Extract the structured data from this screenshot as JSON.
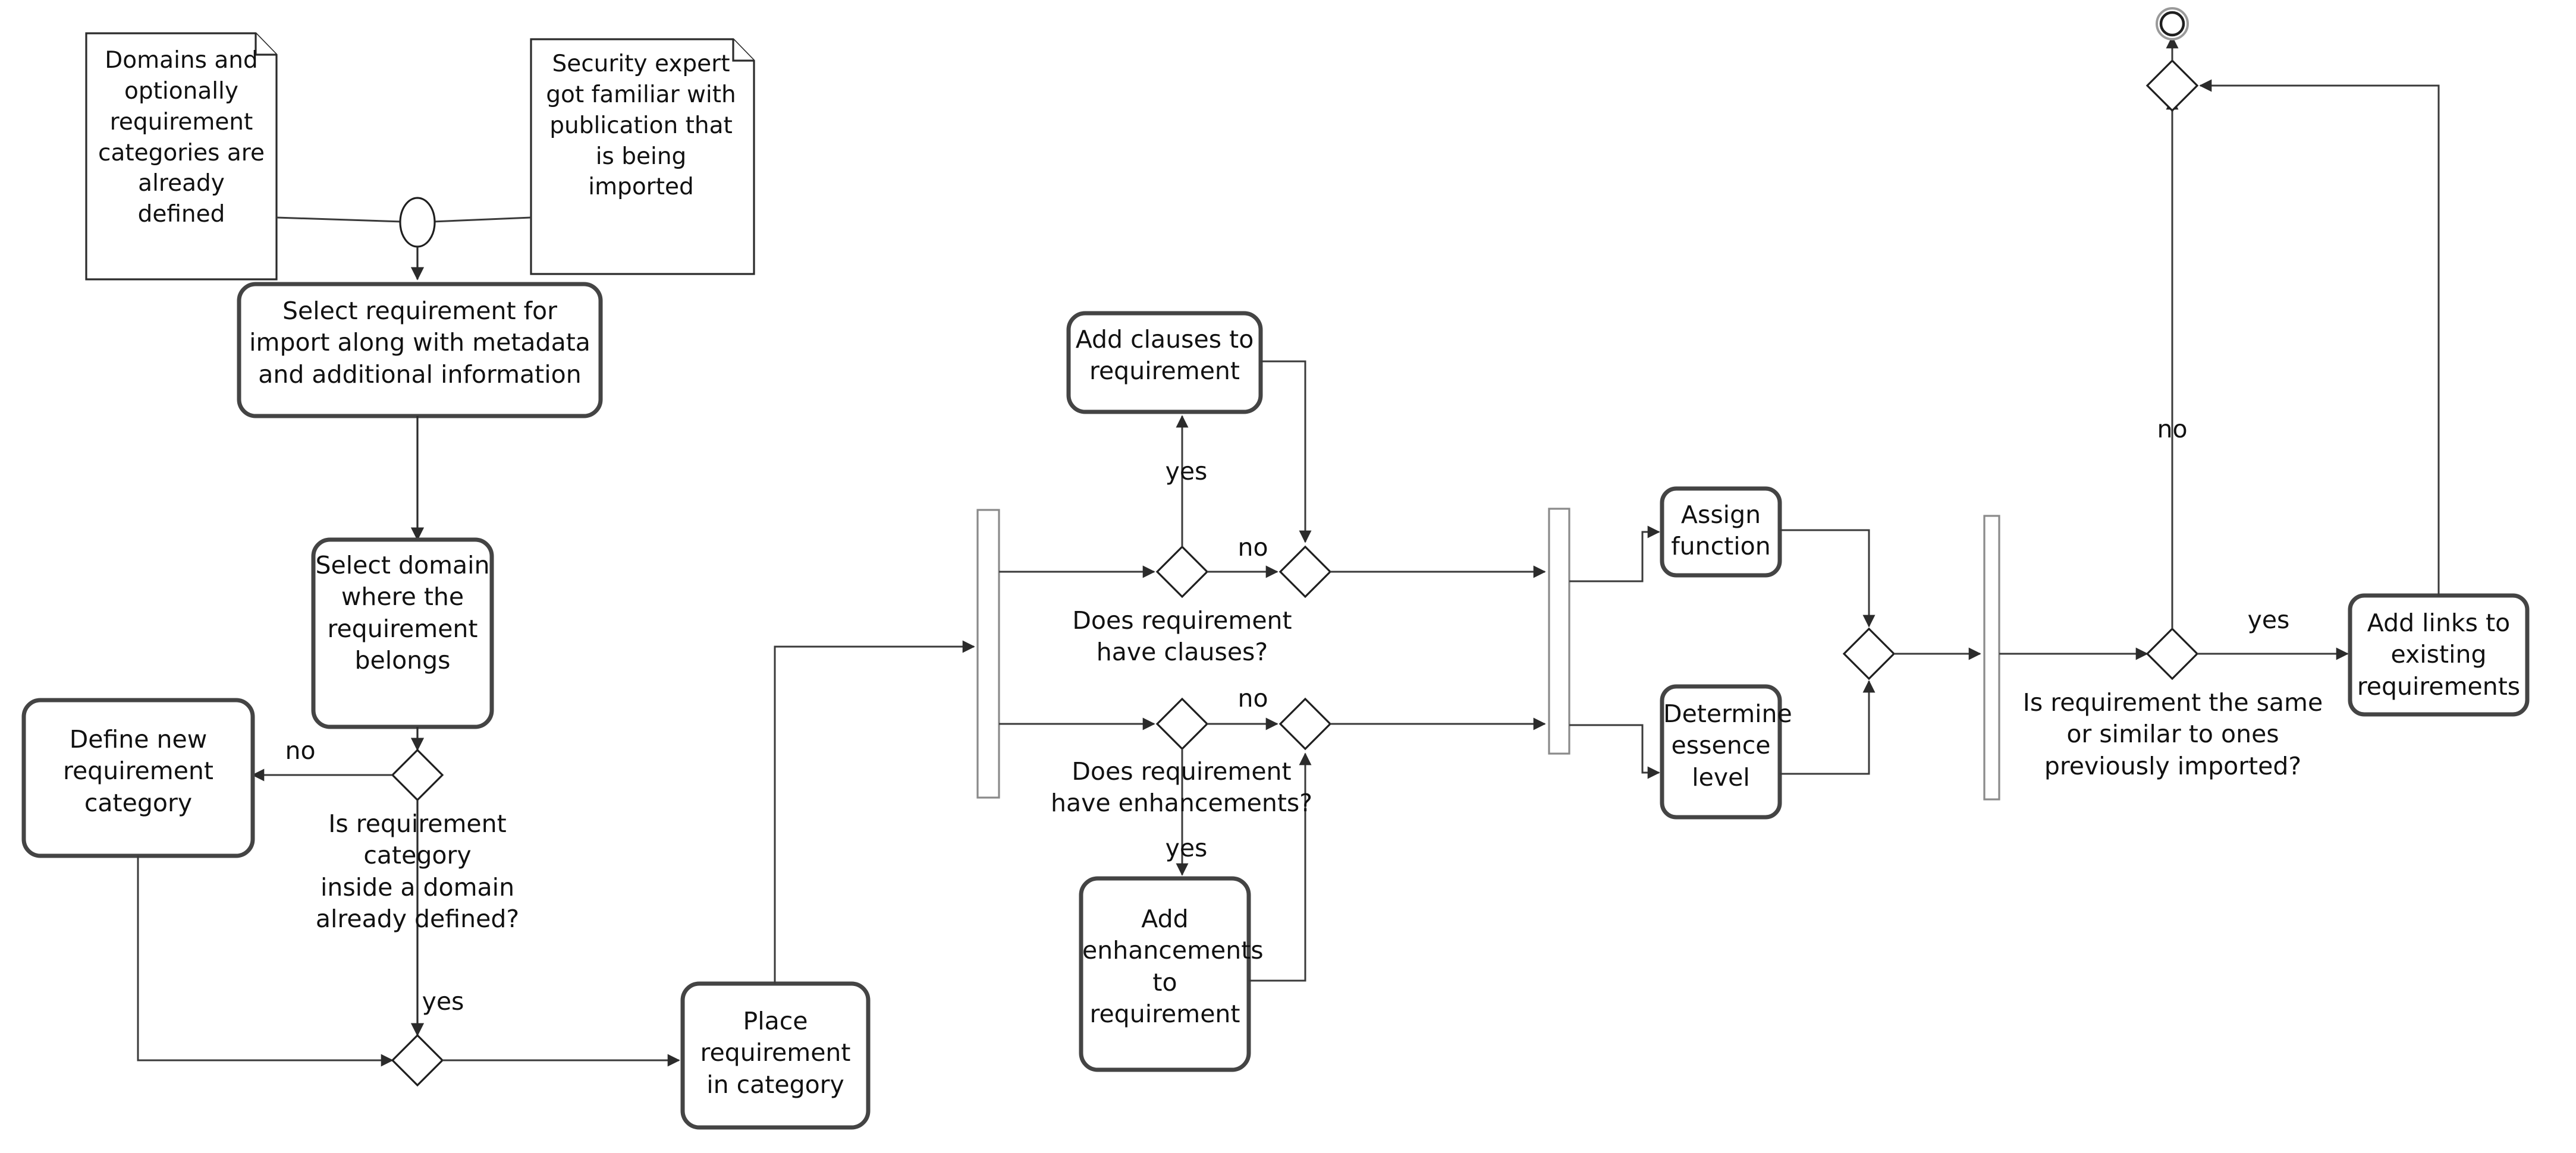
{
  "diagram": {
    "type": "uml-activity-diagram",
    "title": "Requirement import activity",
    "colors": {
      "stroke": "#2b2b2b",
      "activity_stroke": "#444444",
      "bar_stroke": "#8a8a8a",
      "background": "#ffffff",
      "text": "#111111"
    }
  },
  "notes": [
    {
      "id": "note-domains",
      "text": "Domains and\noptionally\nrequirement\ncategories are\nalready defined"
    },
    {
      "id": "note-security-expert",
      "text": "Security expert\ngot familiar with\npublication that\nis being\nimported"
    }
  ],
  "activities": [
    {
      "id": "select-requirement",
      "text": "Select requirement for\nimport along with metadata\nand additional information"
    },
    {
      "id": "select-domain",
      "text": "Select domain\nwhere the\nrequirement\nbelongs"
    },
    {
      "id": "define-new-category",
      "text": "Define new\nrequirement\ncategory"
    },
    {
      "id": "place-requirement",
      "text": "Place\nrequirement\nin category"
    },
    {
      "id": "add-clauses",
      "text": "Add clauses to\nrequirement"
    },
    {
      "id": "add-enhancements",
      "text": "Add\nenhancements\nto requirement"
    },
    {
      "id": "assign-function",
      "text": "Assign\nfunction"
    },
    {
      "id": "determine-essence",
      "text": "Determine\nessence\nlevel"
    },
    {
      "id": "add-links",
      "text": "Add links to\nexisting\nrequirements"
    }
  ],
  "decisions": [
    {
      "id": "category-defined",
      "question": "Is requirement category\ninside a domain\nalready defined?"
    },
    {
      "id": "have-clauses",
      "question": "Does requirement\nhave clauses?"
    },
    {
      "id": "have-enhancements",
      "question": "Does requirement\nhave enhancements?"
    },
    {
      "id": "same-or-similar",
      "question": "Is requirement the same\nor similar to ones\npreviously imported?"
    }
  ],
  "edge_labels": {
    "category_no": "no",
    "category_yes": "yes",
    "clauses_yes": "yes",
    "clauses_no": "no",
    "enhancements_no": "no",
    "enhancements_yes": "yes",
    "similar_yes": "yes",
    "similar_no": "no"
  },
  "nodes": {
    "merge_circle": "merge-node",
    "final_node": "activity-final-node"
  }
}
